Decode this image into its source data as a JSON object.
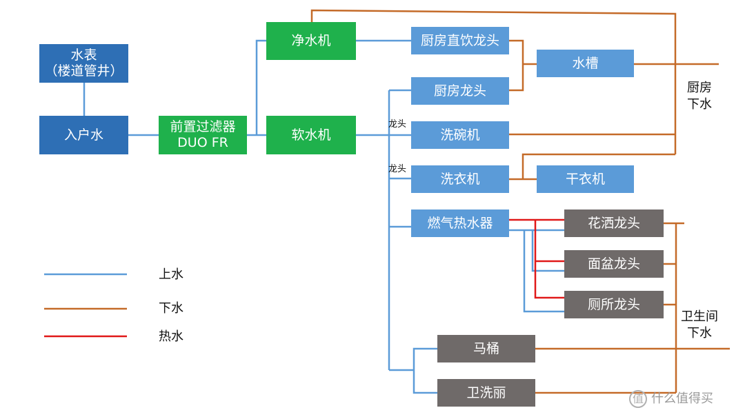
{
  "nodes": {
    "meter": {
      "line1": "水表",
      "line2": "（楼道管井）"
    },
    "inlet": "入户水",
    "prefilter": {
      "line1": "前置过滤器",
      "line2": "DUO FR"
    },
    "purifier": "净水机",
    "softener": "软水机",
    "kitchen_drink_faucet": "厨房直饮龙头",
    "kitchen_faucet": "厨房龙头",
    "sink": "水槽",
    "dishwasher": "洗碗机",
    "washer": "洗衣机",
    "dryer": "干衣机",
    "gas_heater": "燃气热水器",
    "shower": "花洒龙头",
    "basin_faucet": "面盆龙头",
    "toilet_faucet": "厕所龙头",
    "toilet": "马桶",
    "bidet_seat": "卫洗丽"
  },
  "labels": {
    "kitchen_drain": {
      "line1": "厨房",
      "line2": "下水"
    },
    "bathroom_drain": {
      "line1": "卫生间",
      "line2": "下水"
    },
    "faucet_tag_1": "龙头",
    "faucet_tag_2": "龙头"
  },
  "legend": {
    "supply": "上水",
    "drain": "下水",
    "hot": "热水"
  },
  "colors": {
    "supply": "#5b9bd8",
    "drain": "#c46a28",
    "hot": "#e01818",
    "box_dark_blue": "#2e6fb5",
    "box_green": "#1fb14c",
    "box_light_blue": "#5b9bd8",
    "box_gray": "#6f6a69"
  },
  "watermark": "什么值得买",
  "watermark_icon": "值"
}
